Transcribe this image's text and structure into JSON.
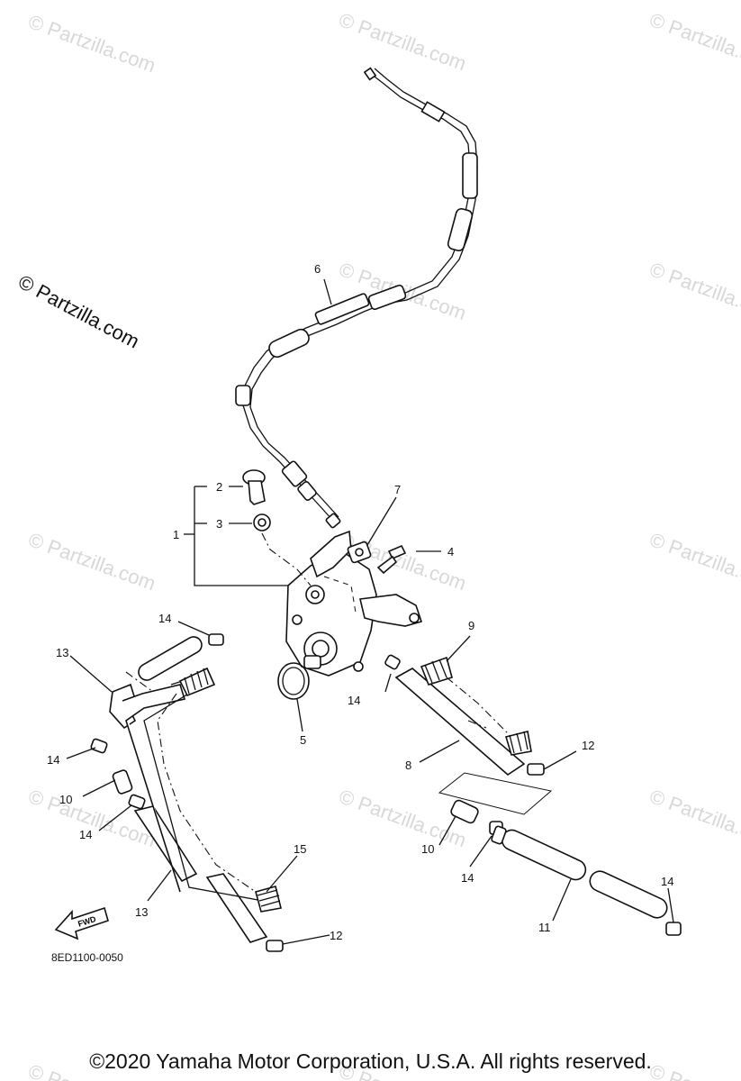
{
  "watermark_text": "© Partzilla.com",
  "side_watermark": "© Partzilla.com",
  "diagram_code": "8ED1100-0050",
  "fwd_label": "FWD",
  "copyright": "©2020 Yamaha Motor Corporation, U.S.A. All rights reserved.",
  "callouts": [
    "1",
    "2",
    "3",
    "4",
    "5",
    "6",
    "7",
    "8",
    "9",
    "10",
    "10",
    "11",
    "12",
    "12",
    "13",
    "13",
    "14",
    "14",
    "14",
    "14",
    "14",
    "15"
  ]
}
